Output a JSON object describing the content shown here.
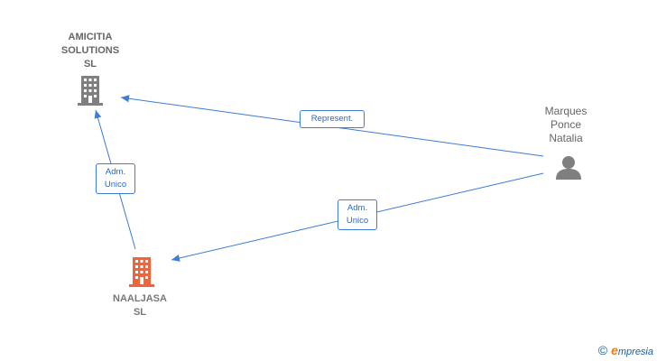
{
  "nodes": {
    "amicitia": {
      "lines": [
        "AMICITIA",
        "SOLUTIONS",
        "SL"
      ],
      "color": "#7f7f7f"
    },
    "naaljasa": {
      "lines": [
        "NAALJASA",
        "SL"
      ],
      "color": "#f0643c"
    },
    "marques": {
      "lines": [
        "Marques",
        "Ponce",
        "Natalia"
      ],
      "color": "#7f7f7f"
    }
  },
  "edges": {
    "represent": {
      "lines": [
        "Represent."
      ]
    },
    "adm_unico_left": {
      "lines": [
        "Adm.",
        "Unico"
      ]
    },
    "adm_unico_right": {
      "lines": [
        "Adm.",
        "Unico"
      ]
    }
  },
  "colors": {
    "edge": "#3b7dd8"
  },
  "brand": {
    "copyright": "©",
    "name_initial": "e",
    "name_rest": "mpresia"
  }
}
